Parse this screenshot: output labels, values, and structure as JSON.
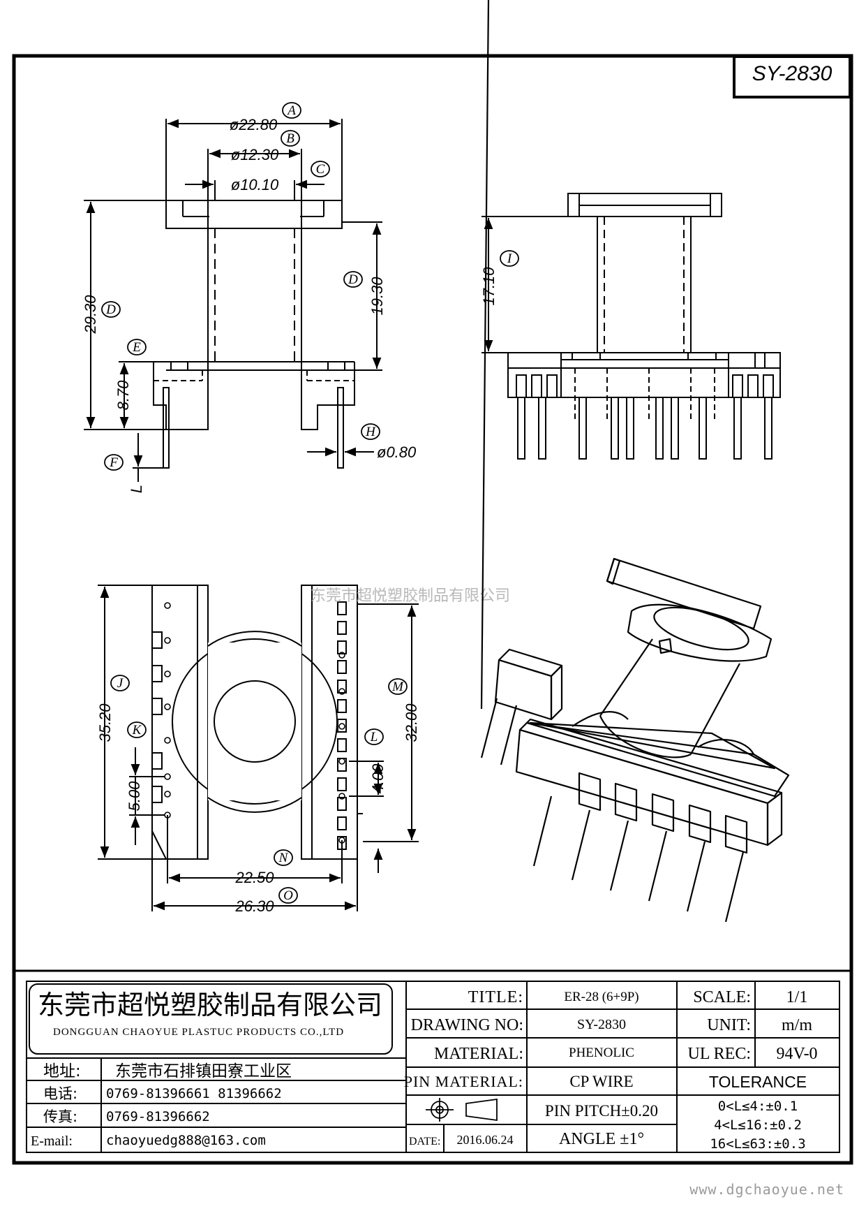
{
  "part_no": "SY-2830",
  "dimensions": {
    "A": "ø22.80",
    "B": "ø12.30",
    "C": "ø10.10",
    "D_inner": "19.30",
    "D_outer": "29.30",
    "E": "8.70",
    "F": "L",
    "H": "ø0.80",
    "I": "17.10",
    "J": "35.20",
    "K": "5.00",
    "L": "4.00",
    "M": "32.00",
    "N": "22.50",
    "O": "26.30"
  },
  "callouts": {
    "A": "A",
    "B": "B",
    "C": "C",
    "D": "D",
    "E": "E",
    "F": "F",
    "H": "H",
    "I": "I",
    "J": "J",
    "K": "K",
    "L": "L",
    "M": "M",
    "N": "N",
    "O": "O"
  },
  "watermark": "东莞市超悦塑胶制品有限公司",
  "title_block": {
    "company_cn": "东莞市超悦塑胶制品有限公司",
    "company_en": "DONGGUAN CHAOYUE PLASTUC PRODUCTS CO.,LTD",
    "address_label": "地址:",
    "address": "东莞市石排镇田寮工业区",
    "phone_label": "电话:",
    "phone": "0769-81396661  81396662",
    "fax_label": "传真:",
    "fax": "0769-81396662",
    "email_label": "E-mail:",
    "email": "chaoyuedg888@163.com",
    "title_label": "TITLE:",
    "title": "ER-28 (6+9P)",
    "drawing_no_label": "DRAWING NO:",
    "drawing_no": "SY-2830",
    "material_label": "MATERIAL:",
    "material": "PHENOLIC",
    "pin_material_label": "PIN MATERIAL:",
    "pin_material": "CP WIRE",
    "pin_pitch": "PIN PITCH±0.20",
    "date_label": "DATE:",
    "date": "2016.06.24",
    "angle": "ANGLE  ±1°",
    "scale_label": "SCALE:",
    "scale": "1/1",
    "unit_label": "UNIT:",
    "unit": "m/m",
    "ul_label": "UL REC:",
    "ul": "94V-0",
    "tolerance_label": "TOLERANCE",
    "tol1": "0<L≤4:±0.1",
    "tol2": "4<L≤16:±0.2",
    "tol3": "16<L≤63:±0.3"
  },
  "website": "www.dgchaoyue.net"
}
